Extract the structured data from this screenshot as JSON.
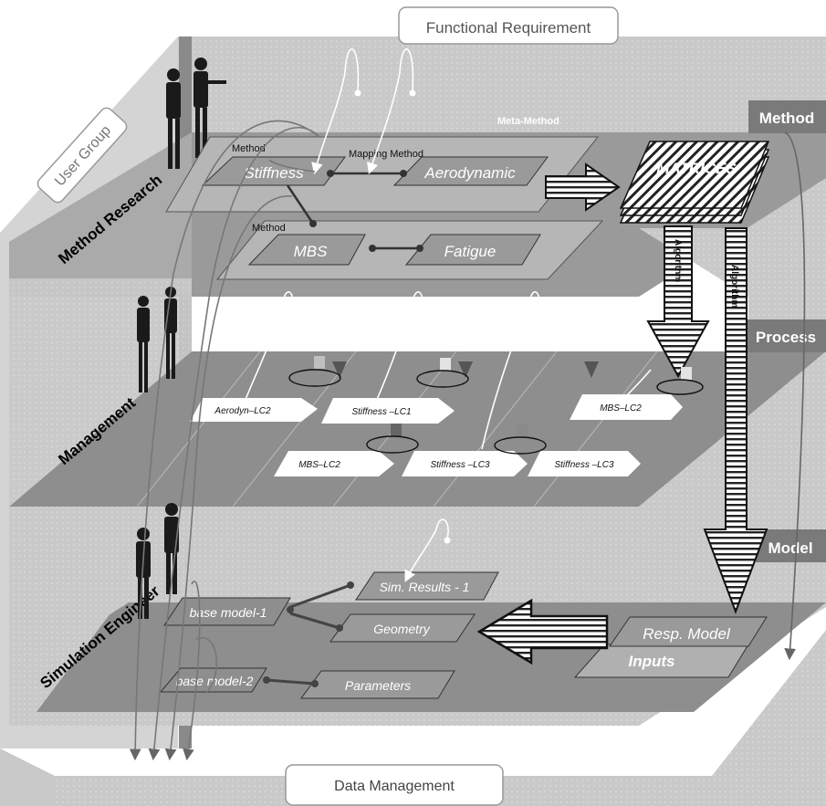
{
  "header": {
    "functional_requirement": "Functional Requirement"
  },
  "footer": {
    "data_management": "Data Management"
  },
  "user_group": "User Group",
  "layer_tags": {
    "method": "Method",
    "process": "Process",
    "model": "Model"
  },
  "user_roles": {
    "method_research": "Method Research",
    "management": "Management",
    "simulation_engineer": "Simulation Engineer"
  },
  "method_layer": {
    "meta_method": "Meta-Method",
    "method_label_1": "Method",
    "method_label_2": "Method",
    "mapping_method": "Mapping Method",
    "stiffness": "Stiffness",
    "aerodynamic": "Aerodynamic",
    "mbs": "MBS",
    "fatigue": "Fatigue",
    "matrices": "MATRICES",
    "algorithm_1": "Algorithm",
    "algorithm_2": "Algorithm"
  },
  "process_layer": {
    "aerodyn_lc2": "Aerodyn–LC2",
    "stiffness_lc1": "Stiffness –LC1",
    "mbs_lc2_right": "MBS–LC2",
    "mbs_lc2_left": "MBS–LC2",
    "stiffness_lc3_a": "Stiffness –LC3",
    "stiffness_lc3_b": "Stiffness –LC3"
  },
  "model_layer": {
    "base_model_1": "base model-1",
    "base_model_2": "base model-2",
    "sim_results": "Sim. Results - 1",
    "geometry": "Geometry",
    "parameters": "Parameters",
    "resp_model": "Resp. Model",
    "inputs": "Inputs"
  },
  "colors": {
    "layer_light": "#cfcfcf",
    "layer_mid": "#a9a9a9",
    "layer_dark": "#8e8e8e",
    "tag": "#7a7a7a"
  }
}
